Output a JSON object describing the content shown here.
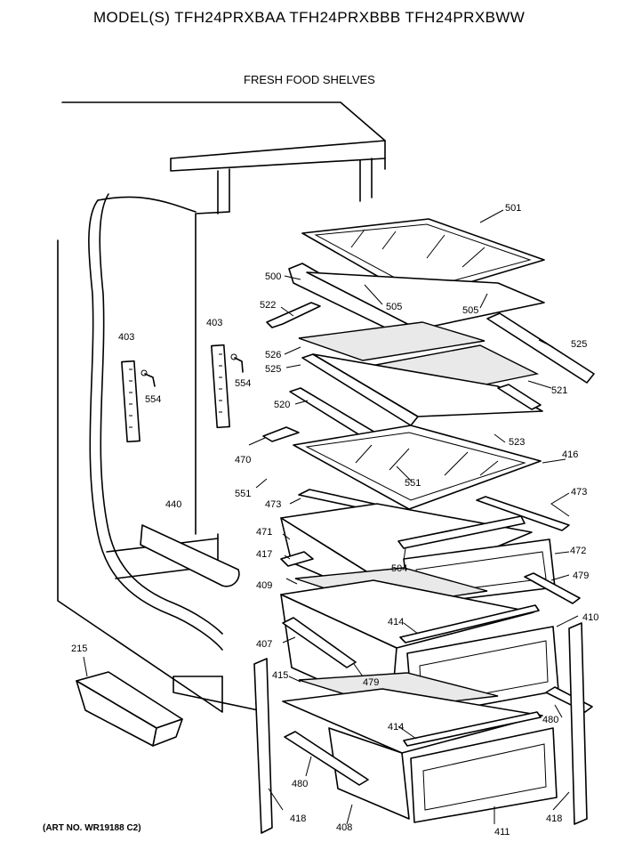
{
  "header": {
    "title": "MODEL(S) TFH24PRXBAA  TFH24PRXBBB  TFH24PRXBWW",
    "subtitle": "FRESH FOOD SHELVES"
  },
  "footer": {
    "art_no": "(ART NO. WR19188 C2)"
  },
  "callouts": {
    "c501": "501",
    "c500": "500",
    "c505a": "505",
    "c505b": "505",
    "c522": "522",
    "c525a": "525",
    "c526": "526",
    "c525b": "525",
    "c521": "521",
    "c520": "520",
    "c523": "523",
    "c403a": "403",
    "c554a": "554",
    "c403b": "403",
    "c554b": "554",
    "c470": "470",
    "c416": "416",
    "c551a": "551",
    "c551b": "551",
    "c473a": "473",
    "c473b": "473",
    "c440": "440",
    "c471": "471",
    "c472": "472",
    "c504": "504",
    "c417": "417",
    "c479a": "479",
    "c409": "409",
    "c414a": "414",
    "c410": "410",
    "c407": "407",
    "c215": "215",
    "c479b": "479",
    "c415": "415",
    "c480a": "480",
    "c414b": "414",
    "c480b": "480",
    "c418a": "418",
    "c408": "408",
    "c411": "411",
    "c418b": "418"
  }
}
